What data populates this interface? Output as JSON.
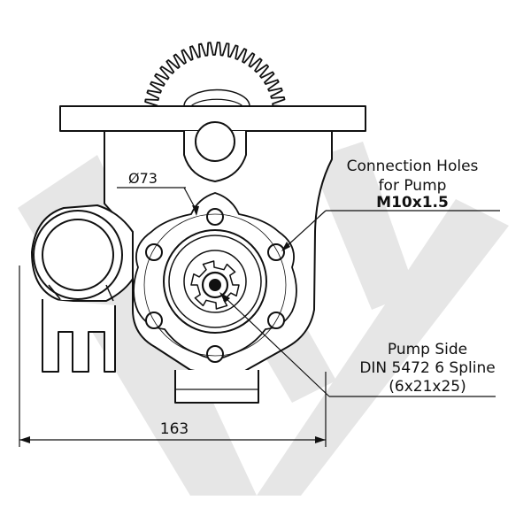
{
  "colors": {
    "line": "#111111",
    "watermark": "#e6e6e6",
    "background": "#ffffff"
  },
  "watermark": {
    "logo": "LV"
  },
  "annotations": {
    "diameter_label": "Ø73",
    "width_label": "163",
    "connection_holes": {
      "line1": "Connection Holes",
      "line2": "for Pump",
      "line3": "M10x1.5"
    },
    "pump_side": {
      "line1": "Pump Side",
      "line2": "DIN 5472 6 Spline",
      "line3": "(6x21x25)"
    }
  }
}
